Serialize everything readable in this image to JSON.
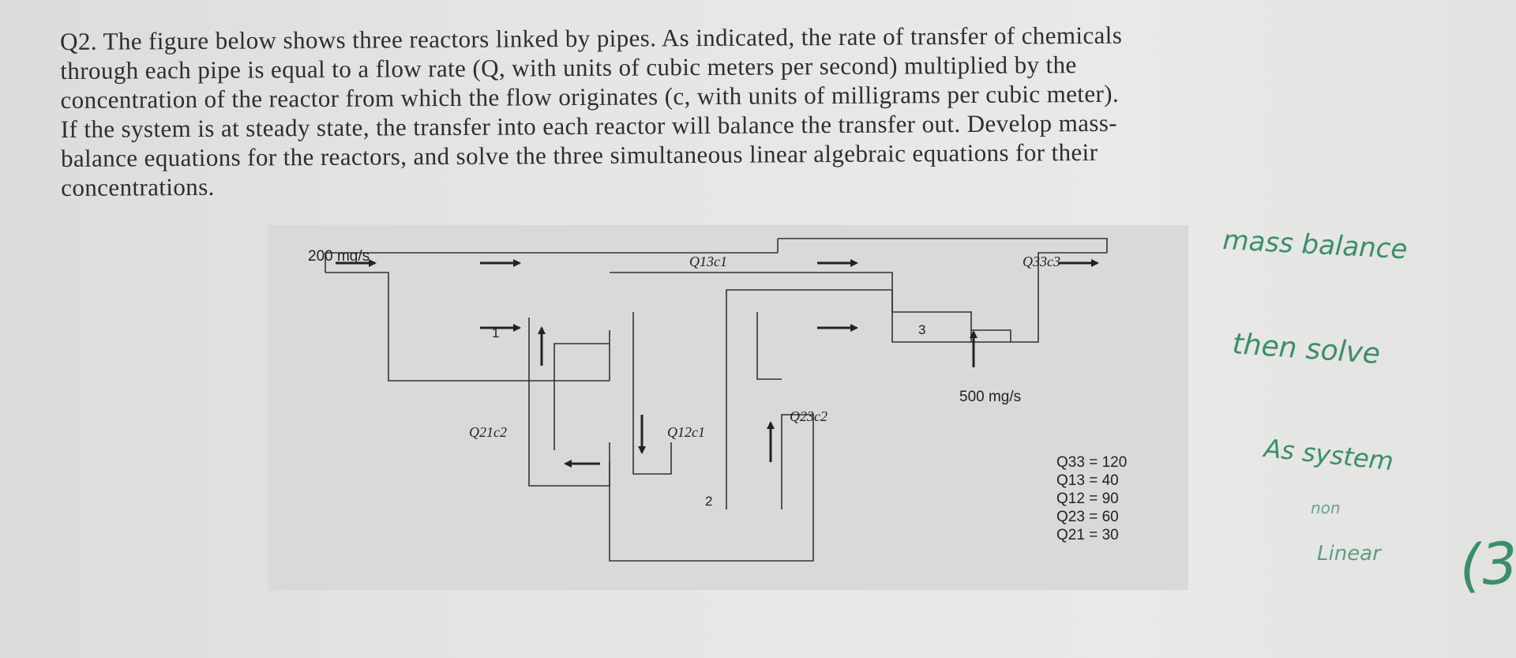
{
  "question": {
    "lines": [
      "Q2. The figure below shows three reactors linked by pipes. As indicated, the rate of transfer of chemicals",
      "through each pipe is equal to a flow rate (Q, with units of cubic meters per second) multiplied by the",
      "concentration of the reactor from which the flow originates (c, with units of milligrams per cubic meter).",
      "If the system is at steady state, the transfer into each reactor will balance the transfer out. Develop mass-",
      "balance equations for the reactors, and solve the three simultaneous linear algebraic equations for their",
      "concentrations."
    ]
  },
  "figure": {
    "input_1": "200 mg/s",
    "input_3": "500 mg/s",
    "reactor_labels": [
      "1",
      "2",
      "3"
    ],
    "pipe_labels": {
      "q13": "Q13c1",
      "q33": "Q33c3",
      "q21": "Q21c2",
      "q12": "Q12c1",
      "q23": "Q23c2"
    },
    "flow_values": [
      "Q33 = 120",
      "Q13 = 40",
      "Q12 = 90",
      "Q23 = 60",
      "Q21 = 30"
    ]
  },
  "handwriting": {
    "line1": "mass balance",
    "line2": "then solve",
    "line3": "As   system",
    "line4": "non",
    "line5": "Linear",
    "line6": "(3",
    "ink_color": "#3a8f6a"
  }
}
